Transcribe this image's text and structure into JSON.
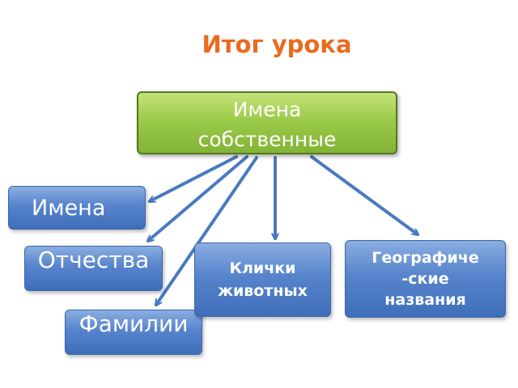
{
  "title": "Итог урока",
  "root": {
    "text": "Имена\nсобственные"
  },
  "nodes": {
    "imena": "Имена",
    "otchestva": "Отчества",
    "familii": "Фамилии",
    "klichki": "Клички\nживотных",
    "geo": "Географиче\n-ские\nназвания"
  },
  "colors": {
    "title": "#ea6a1f",
    "root_fill": "#9ccb4a",
    "node_fill": "#5784cc",
    "arrow": "#4a79c0"
  }
}
